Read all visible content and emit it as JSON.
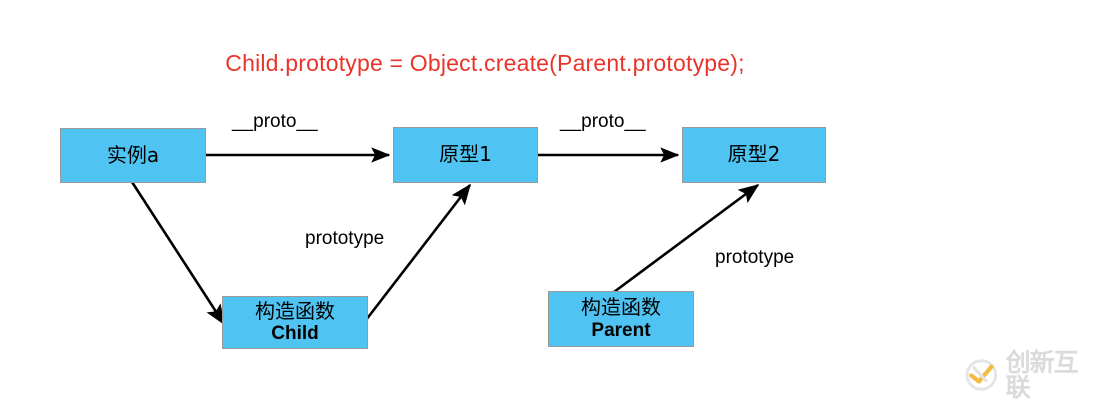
{
  "title": {
    "text": "Child.prototype = Object.create(Parent.prototype);",
    "color": "#E8342A"
  },
  "theme": {
    "box_fill": "#4FC4F2",
    "box_border": "#9a9a9a",
    "arrow_color": "#000000",
    "text_color": "#000000",
    "background": "#FFFFFF"
  },
  "nodes": {
    "instance_a": {
      "label": "实例a"
    },
    "proto_1": {
      "label": "原型1"
    },
    "proto_2": {
      "label": "原型2"
    },
    "ctor_child": {
      "line1": "构造函数",
      "line2": "Child"
    },
    "ctor_parent": {
      "line1": "构造函数",
      "line2": "Parent"
    }
  },
  "edges": {
    "proto_link_1": {
      "label": "__proto__"
    },
    "proto_link_2": {
      "label": "__proto__"
    },
    "prototype_child": {
      "label": "prototype"
    },
    "prototype_parent": {
      "label": "prototype"
    },
    "instance_to_child": {
      "label": ""
    }
  },
  "watermark": {
    "text": "创新互联",
    "icon": "circle-swoosh-logo-icon"
  }
}
